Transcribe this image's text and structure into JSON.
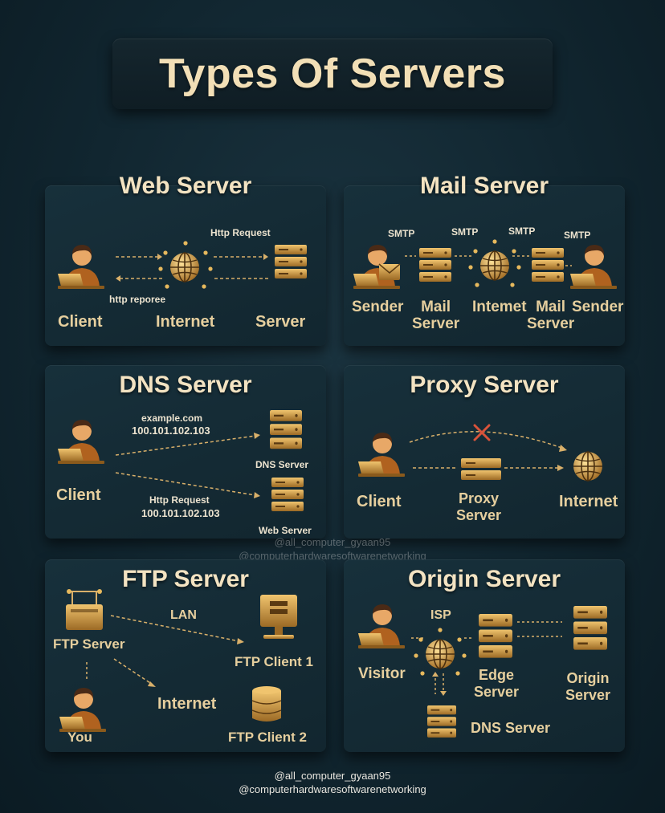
{
  "title": "Types Of Servers",
  "panels": {
    "web": {
      "title": "Web Server",
      "client": "Client",
      "internet": "Internet",
      "server": "Server",
      "request": "Http Request",
      "response": "http reporee"
    },
    "mail": {
      "title": "Mail Server",
      "smtp1": "SMTP",
      "smtp2": "SMTP",
      "smtp3": "SMTP",
      "smtp4": "SMTP",
      "sender1": "Sender",
      "mail1": "Mail",
      "mail1b": "Server",
      "internet": "Intemet",
      "mail2": "Mail",
      "mail2b": "Server",
      "sender2": "Sender"
    },
    "dns": {
      "title": "DNS Server",
      "client": "Client",
      "domain": "example.com",
      "ip1": "100.101.102.103",
      "request": "Http Request",
      "ip2": "100.101.102.103",
      "dns_label": "DNS Server",
      "web_label": "Web Server"
    },
    "proxy": {
      "title": "Proxy Server",
      "client": "Client",
      "proxy1": "Proxy",
      "proxy2": "Server",
      "internet": "Internet"
    },
    "ftp": {
      "title": "FTP Server",
      "ftp_server": "FTP Server",
      "lan": "LAN",
      "client1": "FTP Client 1",
      "internet": "Internet",
      "you": "You",
      "client2": "FTP Client 2"
    },
    "origin": {
      "title": "Origin Server",
      "visitor": "Visitor",
      "isp": "ISP",
      "edge1": "Edge",
      "edge2": "Server",
      "origin1": "Origin",
      "origin2": "Server",
      "dns": "DNS Server"
    }
  },
  "watermark_mid": {
    "handle": "@all_computer_gyaan95",
    "site": "@computerhardwaresoftwarenetworking"
  },
  "footer": {
    "handle": "@all_computer_gyaan95",
    "site": "@computerhardwaresoftwarenetworking"
  },
  "colors": {
    "gold": "#c8933c",
    "text": "#e6cf9e",
    "panel": "#15303b",
    "background": "#112630"
  }
}
